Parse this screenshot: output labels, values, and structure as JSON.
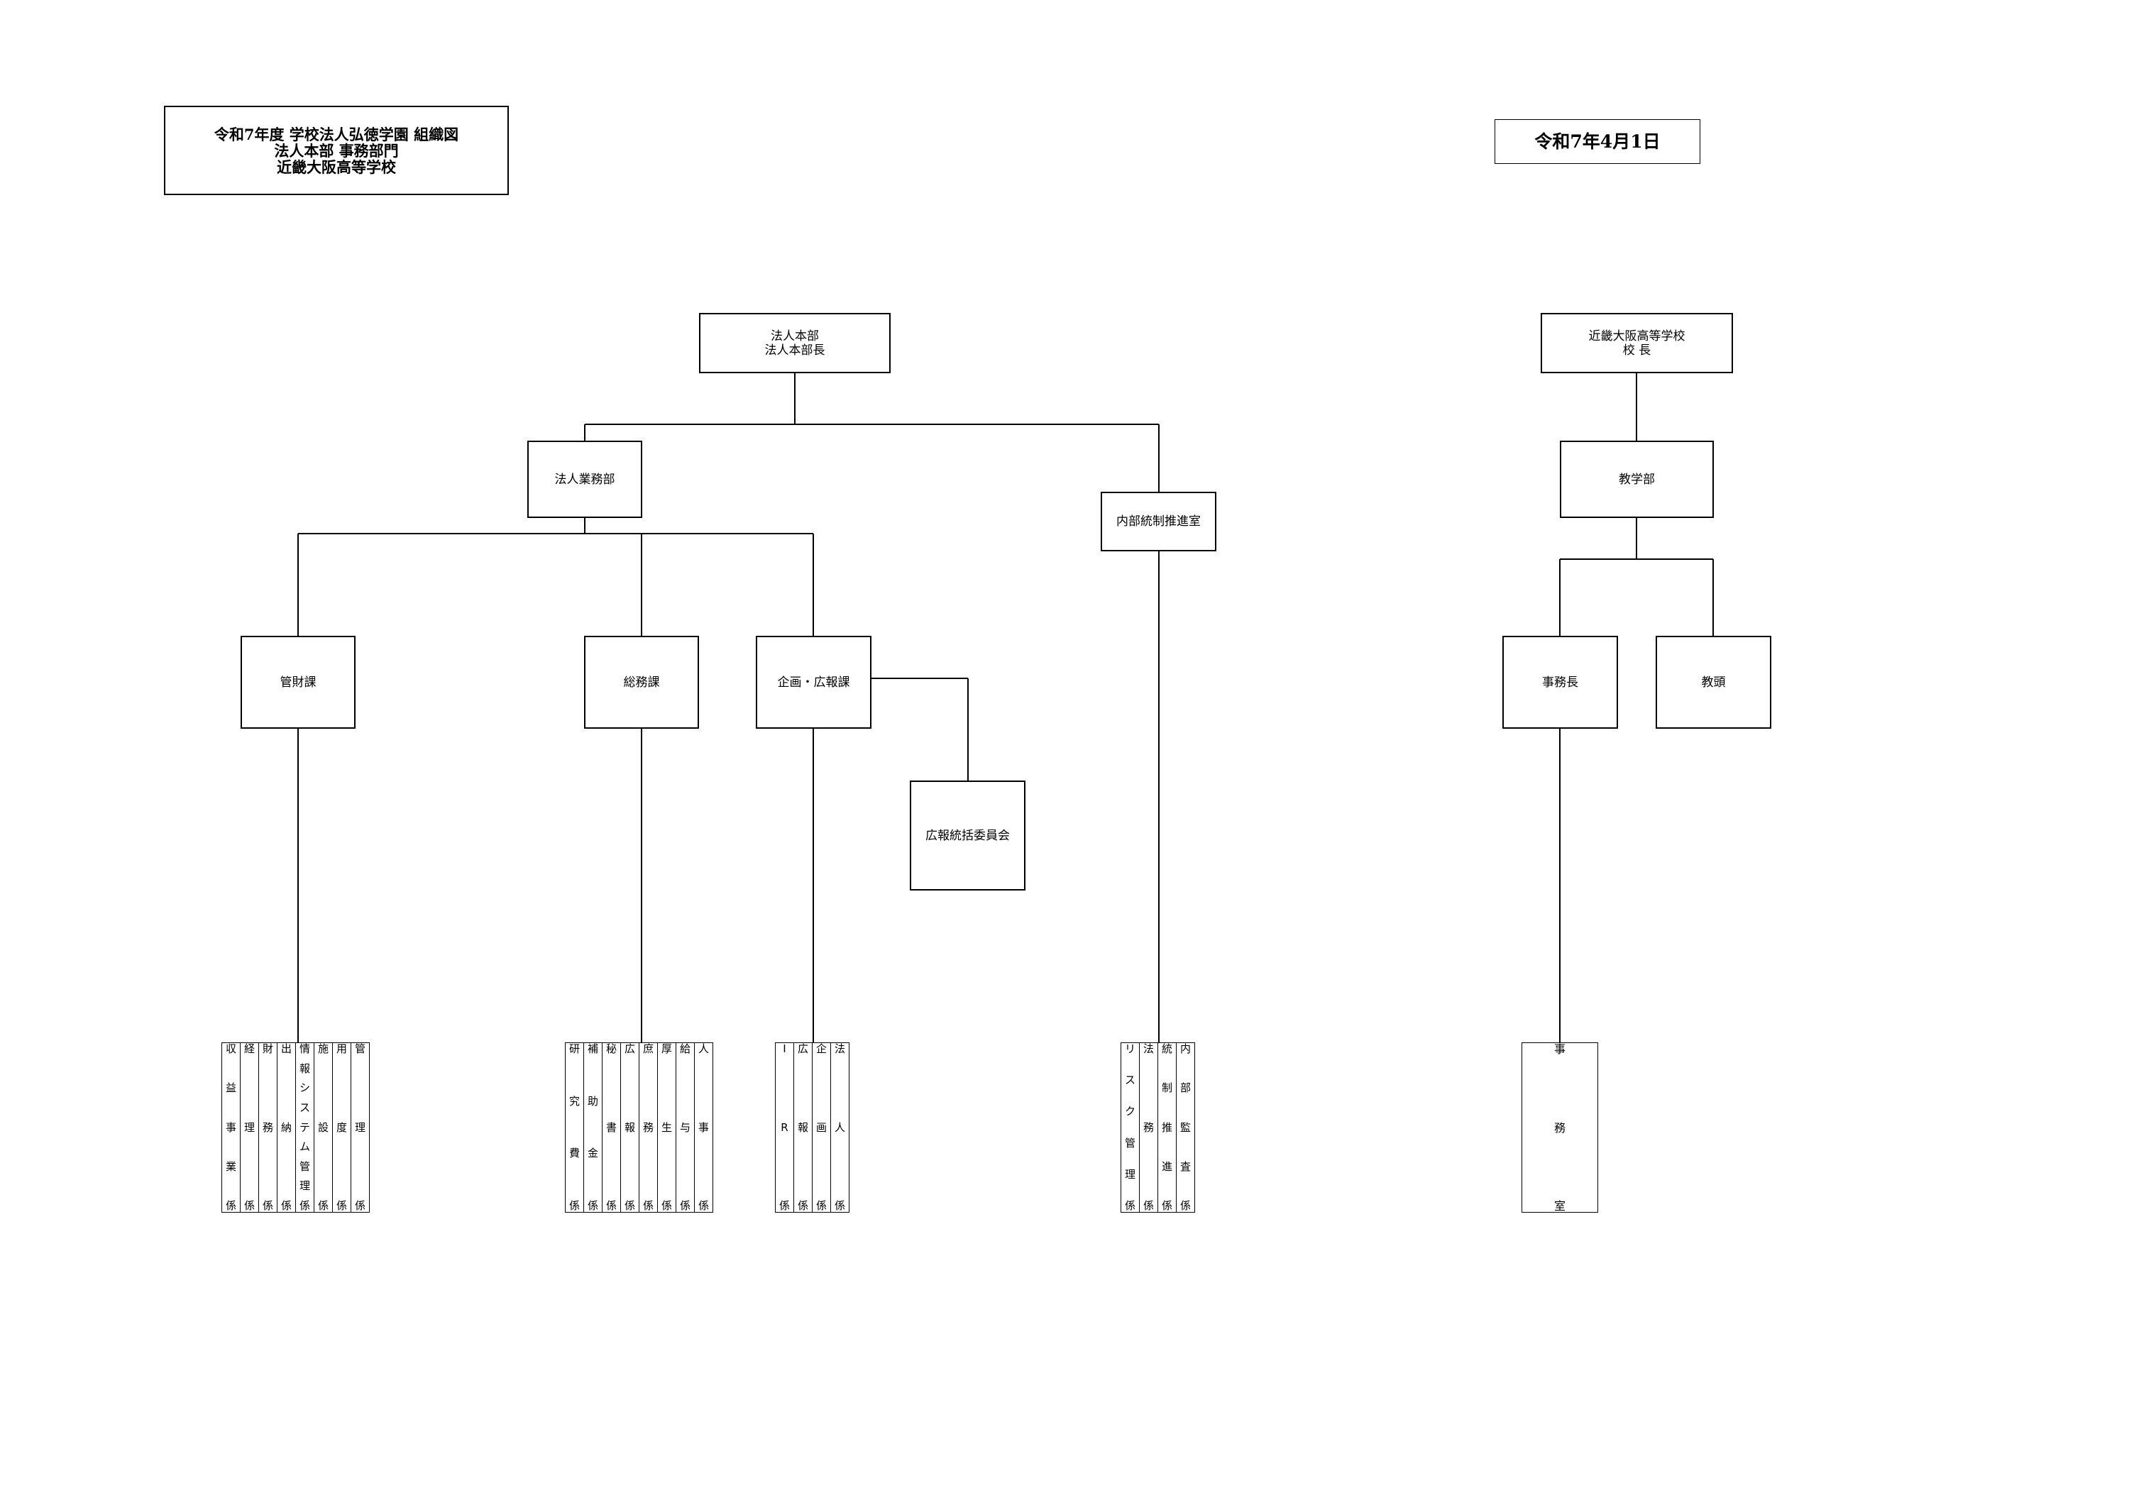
{
  "header": {
    "title_lines": [
      "令和7年度 学校法人弘徳学園 組織図",
      "法人本部 事務部門",
      "近畿大阪高等学校"
    ],
    "date": "令和7年4月1日"
  },
  "org": {
    "hq": [
      "法人本部",
      "法人本部長"
    ],
    "gyomu": "法人業務部",
    "naibu": "内部統制推進室",
    "kanzai": "管財課",
    "somu": "総務課",
    "kikaku": "企画・広報課",
    "kohoiin": "広報統括委員会",
    "school_head": [
      "近畿大阪高等学校",
      "校 長"
    ],
    "kyogaku": "教学部",
    "jimucho": "事務長",
    "kyoto": "教頭"
  },
  "units": {
    "kanzai": [
      "収益事業係",
      "経理係",
      "財務係",
      "出納係",
      "情報システム管理係",
      "施設係",
      "用度係",
      "管理係"
    ],
    "somu": [
      "研究費係",
      "補助金係",
      "秘書係",
      "広報係",
      "庶務係",
      "厚生係",
      "給与係",
      "人事係"
    ],
    "kikaku": [
      "IR係",
      "広報係",
      "企画係",
      "法人係"
    ],
    "naibu": [
      "リスク管理係",
      "法務係",
      "統制推進係",
      "内部監査係"
    ],
    "jimu": "事務室"
  }
}
